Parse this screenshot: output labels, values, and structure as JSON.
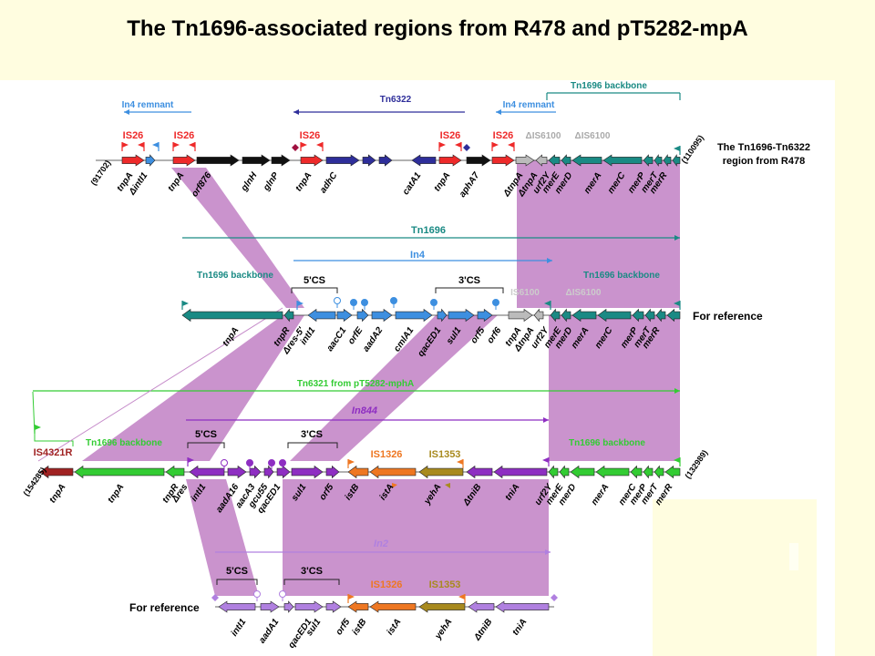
{
  "slide": {
    "title": "The Tn1696-associated regions from R478 and pT5282-mpA"
  },
  "colors": {
    "background": "#fffde0",
    "shade": "#c58ac9",
    "teal": "#1a8a84",
    "blue": "#3d8fe0",
    "navy": "#2e2e9a",
    "red": "#ee2a2a",
    "green": "#33cc33",
    "purple": "#8e2ec2",
    "orange": "#ee7722",
    "olive": "#a88a1e",
    "maroon": "#a02222",
    "grey": "#bbbbbb",
    "lavender": "#b080e0"
  },
  "row1": {
    "top": {
      "in4_left": "In4 remnant",
      "tn6322": "Tn6322",
      "in4_right": "In4 remnant",
      "tn1696_backbone": "Tn1696 backbone"
    },
    "is_labels": [
      "IS26",
      "IS26",
      "IS26",
      "IS26",
      "IS26"
    ],
    "is6100": [
      "ΔIS6100",
      "ΔIS6100"
    ],
    "left_coord": "(91702)",
    "right_coord": "(110095)",
    "region_label_1": "The Tn1696-Tn6322",
    "region_label_2": "region from R478",
    "genes": [
      "tnpA",
      "ΔintI1",
      "tnpA",
      "orf876",
      "glnH",
      "glnP",
      "tnpA",
      "adhC",
      "catA1",
      "tnpA",
      "aphA7",
      "ΔtnpA",
      "ΔtnpA",
      "urf2Y",
      "merE",
      "merD",
      "merA",
      "merC",
      "merP",
      "merT",
      "merR"
    ]
  },
  "row2": {
    "tn1696": "Tn1696",
    "in4": "In4",
    "backbone_left": "Tn1696 backbone",
    "cs5": "5'CS",
    "cs3": "3'CS",
    "backbone_right": "Tn1696 backbone",
    "is6100": [
      "IS6100",
      "ΔIS6100"
    ],
    "reference": "For reference",
    "genes": [
      "tnpA",
      "tnpR",
      "Δres-5'",
      "intI1",
      "aacC1",
      "orfE",
      "aadA2",
      "cmlA1",
      "qacED1",
      "sul1",
      "orf5",
      "orf6",
      "tnpA",
      "ΔtnpA",
      "urf2Y",
      "merE",
      "merD",
      "merA",
      "merC",
      "merP",
      "merT",
      "merR"
    ]
  },
  "row3": {
    "tn6321": "Tn6321 from pT5282-mphA",
    "in844": "In844",
    "cs5": "5'CS",
    "cs3": "3'CS",
    "is4321": "IS4321R",
    "backbone_left": "Tn1696 backbone",
    "is1326": "IS1326",
    "is1353": "IS1353",
    "backbone_right": "Tn1696 backbone",
    "left_coord": "(154285)",
    "right_coord": "(132989)",
    "genes": [
      "tnpA",
      "tnpA",
      "tnpR",
      "Δres",
      "intI1",
      "aadA16",
      "aacA3",
      "gcu55",
      "qacED1",
      "sul1",
      "orf5",
      "istB",
      "istA",
      "yehA",
      "ΔtniB",
      "tniA",
      "urf2Y",
      "merE",
      "merD",
      "merA",
      "merC",
      "merP",
      "merT",
      "merR"
    ]
  },
  "row4": {
    "in2": "In2",
    "cs5": "5'CS",
    "cs3": "3'CS",
    "is1326": "IS1326",
    "is1353": "IS1353",
    "reference": "For reference",
    "genes": [
      "intI1",
      "aadA1",
      "qacED1",
      "sul1",
      "orf5",
      "istB",
      "istA",
      "yehA",
      "ΔtniB",
      "tniA"
    ]
  }
}
